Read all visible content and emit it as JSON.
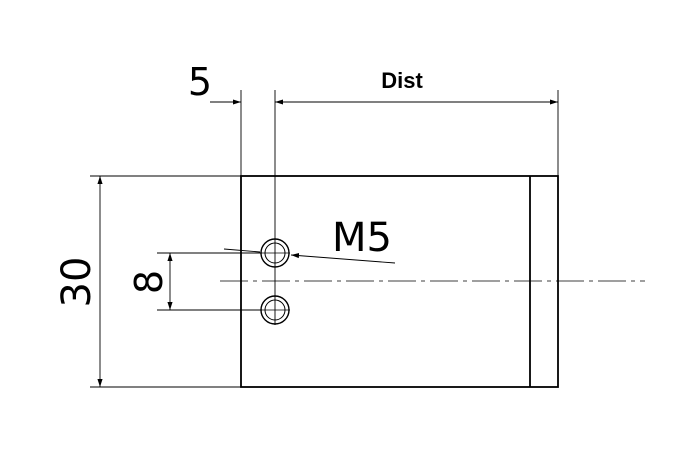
{
  "dimensions": {
    "offset_label": "5",
    "distance_label": "Dist",
    "height_label": "30",
    "hole_spacing_label": "8",
    "thread_label": "M5"
  },
  "colors": {
    "line": "#000000",
    "background": "#ffffff"
  }
}
